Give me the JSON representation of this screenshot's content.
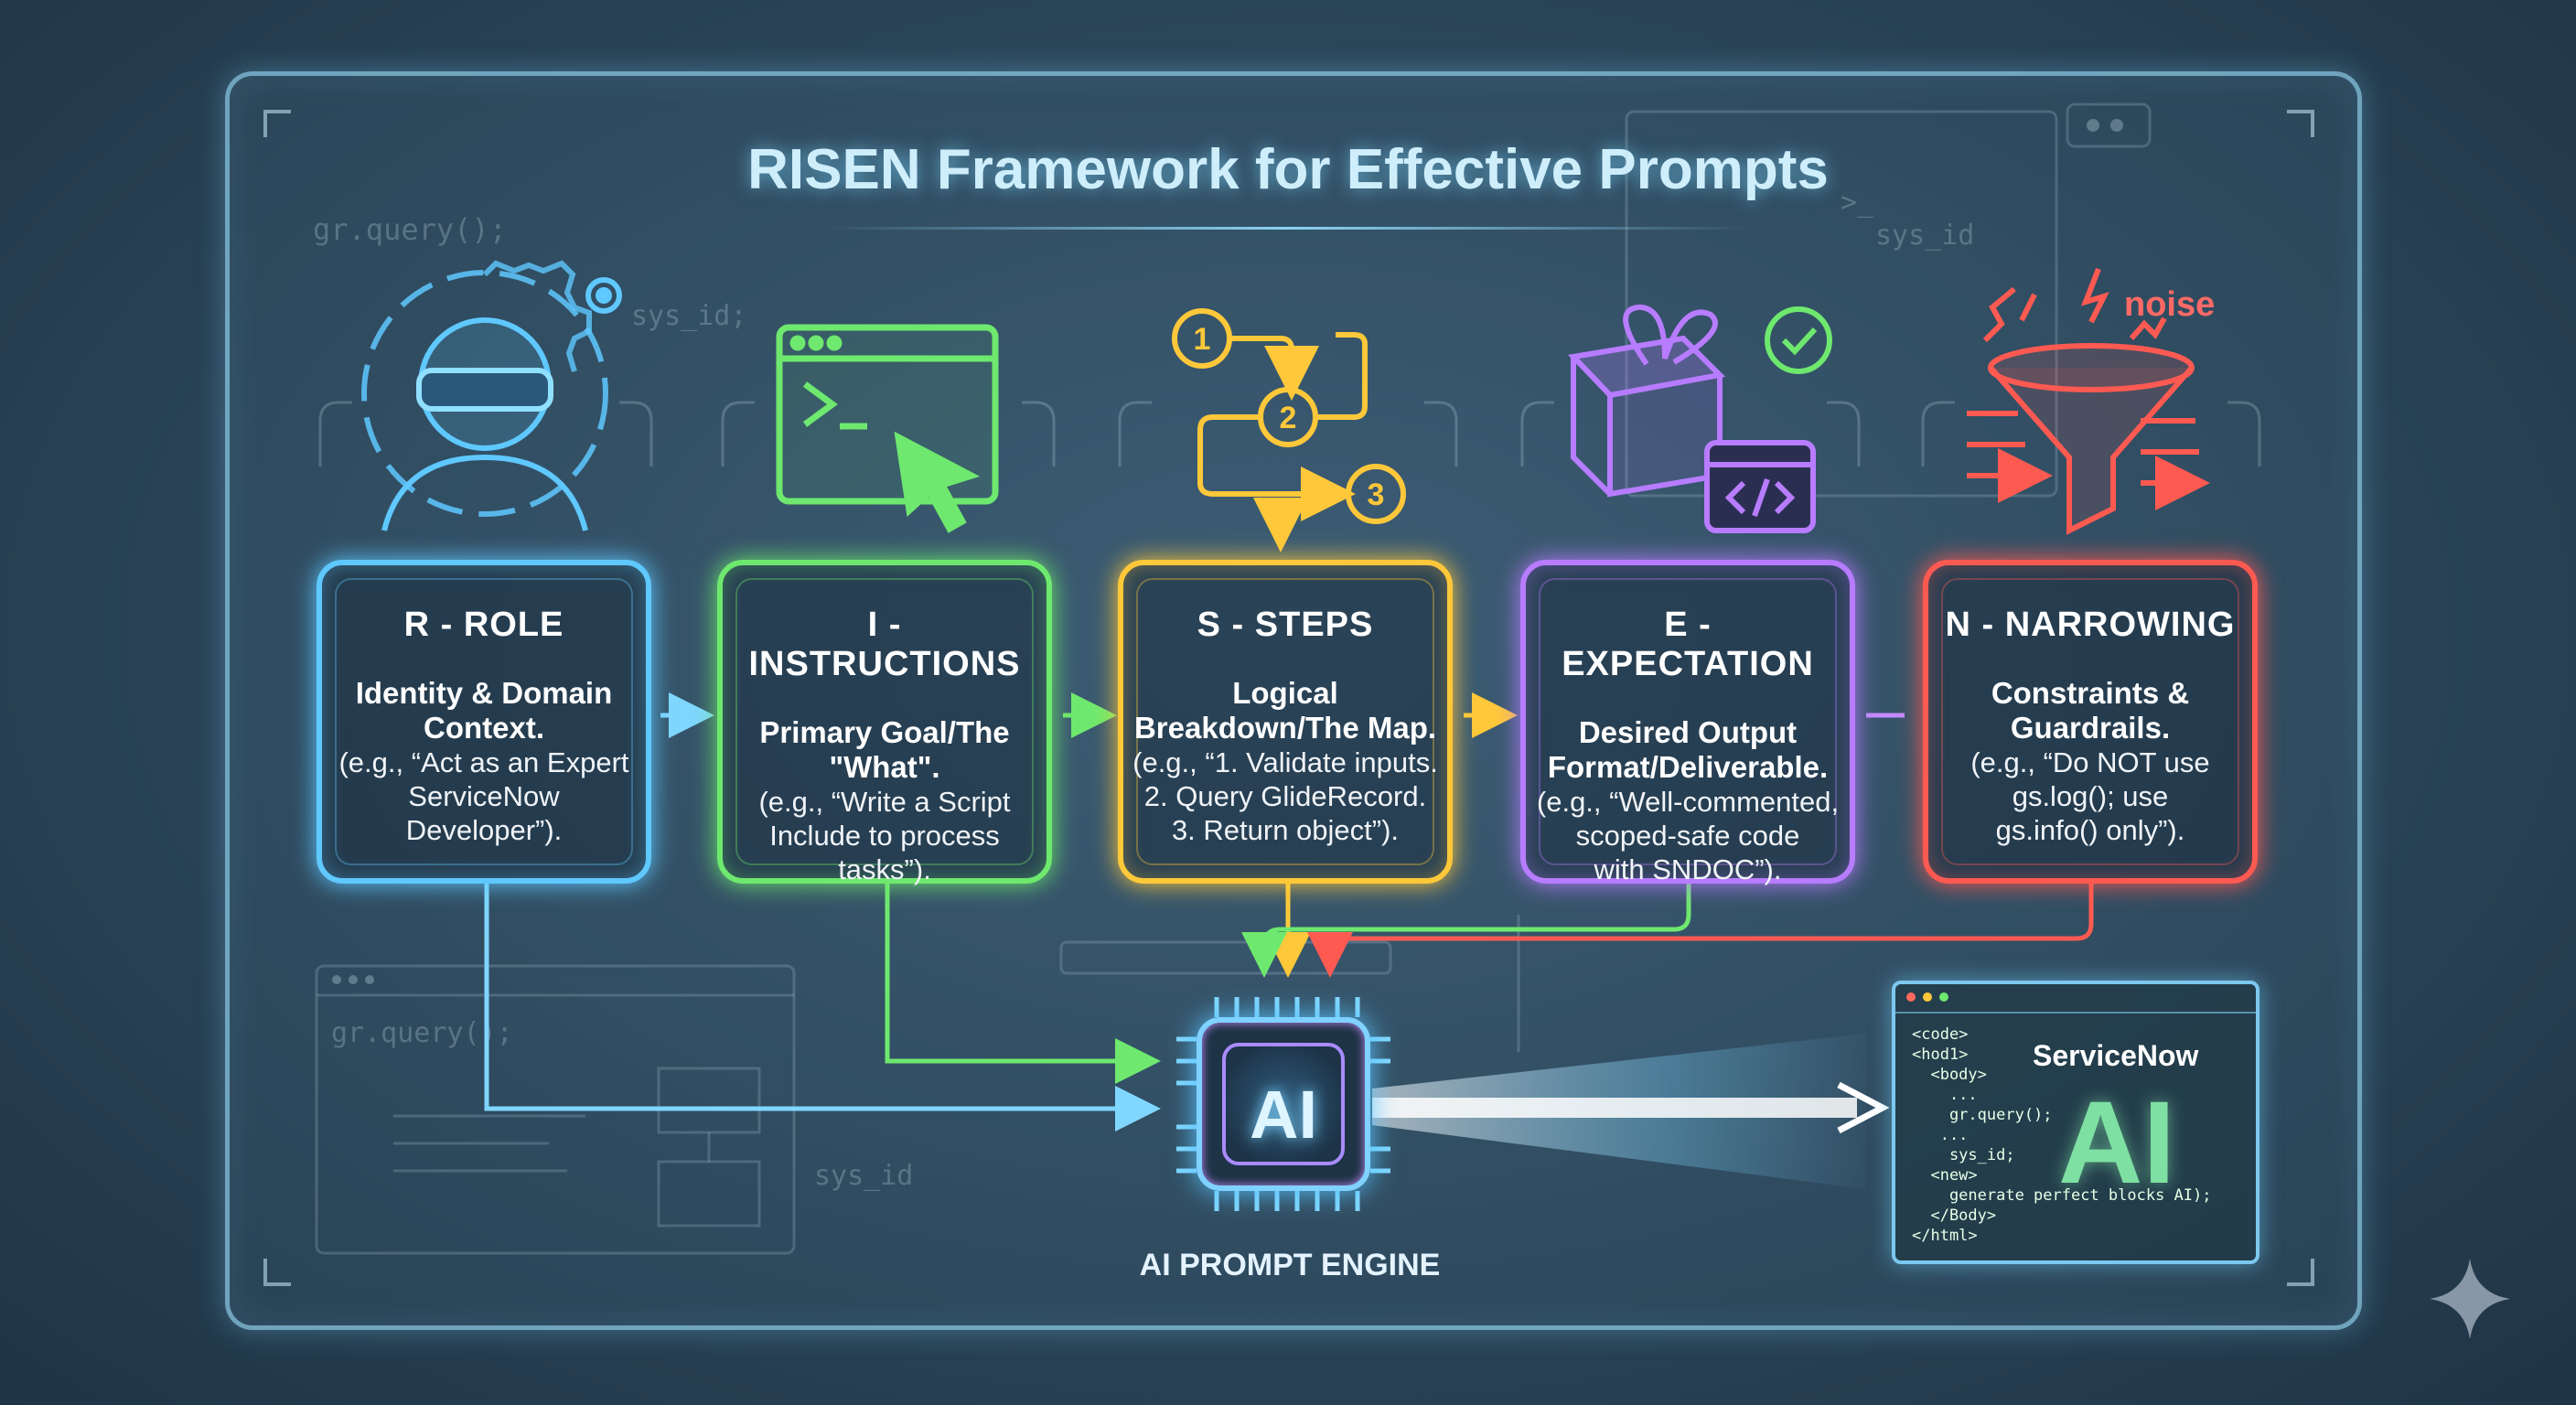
{
  "title": "RISEN Framework for Effective Prompts",
  "cards": [
    {
      "id": "role",
      "title": "R - ROLE",
      "heading": "Identity & Domain\nContext.",
      "body": "(e.g., “Act as an Expert\nServiceNow\nDeveloper”).",
      "color": "#5fc8ff",
      "icon": "person-with-vr-headset-and-gear-icon"
    },
    {
      "id": "instructions",
      "title": "I - INSTRUCTIONS",
      "heading": "Primary Goal/The\n\"What\".",
      "body": "(e.g., “Write a Script\nInclude to process\ntasks”).",
      "color": "#6ee86e",
      "icon": "terminal-window-with-cursor-icon"
    },
    {
      "id": "steps",
      "title": "S - STEPS",
      "heading": "Logical\nBreakdown/The Map.",
      "body": "(e.g., “1. Validate inputs.\n2. Query GlideRecord.\n3. Return object”).",
      "color": "#ffc83a",
      "icon": "numbered-flow-1-2-3-icon"
    },
    {
      "id": "expectation",
      "title": "E - EXPECTATION",
      "heading": "Desired Output\nFormat/Deliverable.",
      "body": "(e.g., “Well-commented,\nscoped-safe code\nwith SNDOC”).",
      "color": "#b77cff",
      "icon": "gift-box-with-code-window-and-check-icon"
    },
    {
      "id": "narrowing",
      "title": "N - NARROWING",
      "heading": "Constraints &\nGuardrails.",
      "body": "(e.g., “Do NOT use\ngs.log(); use\ngs.info() only”).",
      "color": "#ff5a52",
      "icon": "funnel-filtering-noise-icon"
    }
  ],
  "step_numbers": [
    "1",
    "2",
    "3"
  ],
  "noise_label": "noise",
  "engine": {
    "chip_label": "AI",
    "label": "AI PROMPT ENGINE"
  },
  "servicenow_window": {
    "code": "<code>\n<hod1>\n  <body>\n    ...\n    gr.query();\n   ...\n    sys_id;\n  <new>\n    generate perfect blocks AI);\n  </Body>\n</html>",
    "title": "ServiceNow",
    "ai_text": "AI"
  },
  "background_snippets": {
    "top_left": "gr.query();",
    "top_mid": "sys_id;",
    "top_right": "sys_id",
    "bottom_left": "gr.query();",
    "bottom_mid": "sys_id",
    "prompt_glyph": ">_"
  },
  "colors": {
    "background": "#2b4559",
    "frame": "#96d7f5",
    "title": "#cfeefb",
    "role": "#5fc8ff",
    "instructions": "#6ee86e",
    "steps": "#ffc83a",
    "expectation": "#b77cff",
    "narrowing": "#ff5a52"
  }
}
